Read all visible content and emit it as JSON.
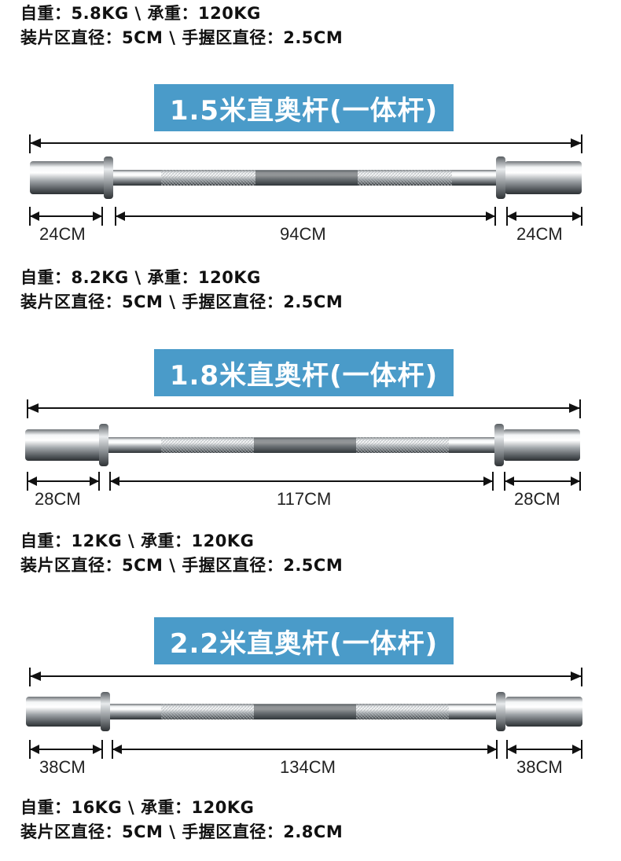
{
  "specs": [
    {
      "line1": "自重：5.8KG \\ 承重：120KG",
      "line2": "装片区直径：5CM \\ 手握区直径：2.5CM"
    },
    {
      "line1": "自重：8.2KG \\ 承重：120KG",
      "line2": "装片区直径：5CM \\ 手握区直径：2.5CM"
    },
    {
      "line1": "自重：12KG \\ 承重：120KG",
      "line2": "装片区直径：5CM \\ 手握区直径：2.5CM"
    },
    {
      "line1": "自重：16KG \\ 承重：120KG",
      "line2": "装片区直径：5CM \\ 手握区直径：2.8CM"
    }
  ],
  "bars": [
    {
      "title": "1.5米直奥杆(一体杆)",
      "left": "24CM",
      "middle": "94CM",
      "right": "24CM"
    },
    {
      "title": "1.8米直奥杆(一体杆)",
      "left": "28CM",
      "middle": "117CM",
      "right": "28CM"
    },
    {
      "title": "2.2米直奥杆(一体杆)",
      "left": "38CM",
      "middle": "134CM",
      "right": "38CM"
    }
  ],
  "colors": {
    "title_bg": "#4a9bc9",
    "title_text": "#ffffff",
    "line": "#111111"
  }
}
